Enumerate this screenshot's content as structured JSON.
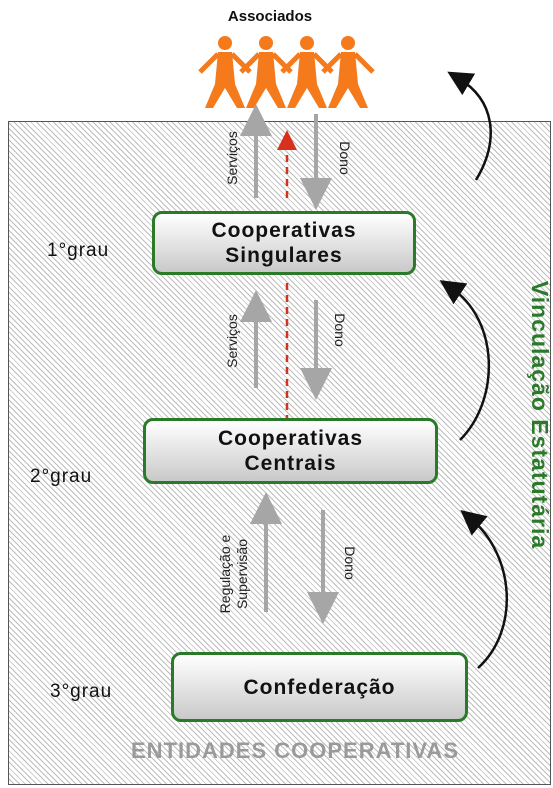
{
  "header": {
    "associados": "Associados"
  },
  "levels": {
    "first": {
      "grau": "1°grau",
      "line1": "Cooperativas",
      "line2": "Singulares"
    },
    "second": {
      "grau": "2°grau",
      "line1": "Cooperativas",
      "line2": "Centrais"
    },
    "third": {
      "grau": "3°grau",
      "line1": "Confederação"
    }
  },
  "arrows": {
    "top_up": "Serviços",
    "top_down": "Dono",
    "mid_up": "Serviços",
    "mid_down": "Dono",
    "low_up_1": "Regulação e",
    "low_up_2": "Supervisão",
    "low_down": "Dono"
  },
  "side_label": "Vinculação Estatutária",
  "footer": "ENTIDADES COOPERATIVAS",
  "colors": {
    "green": "#2a7a2a",
    "orange": "#f47a1c",
    "gray_arrow": "#a6a6a6",
    "red_dash": "#d9301c"
  },
  "icons": [
    "people-chain-icon",
    "curved-arrow-icon"
  ]
}
